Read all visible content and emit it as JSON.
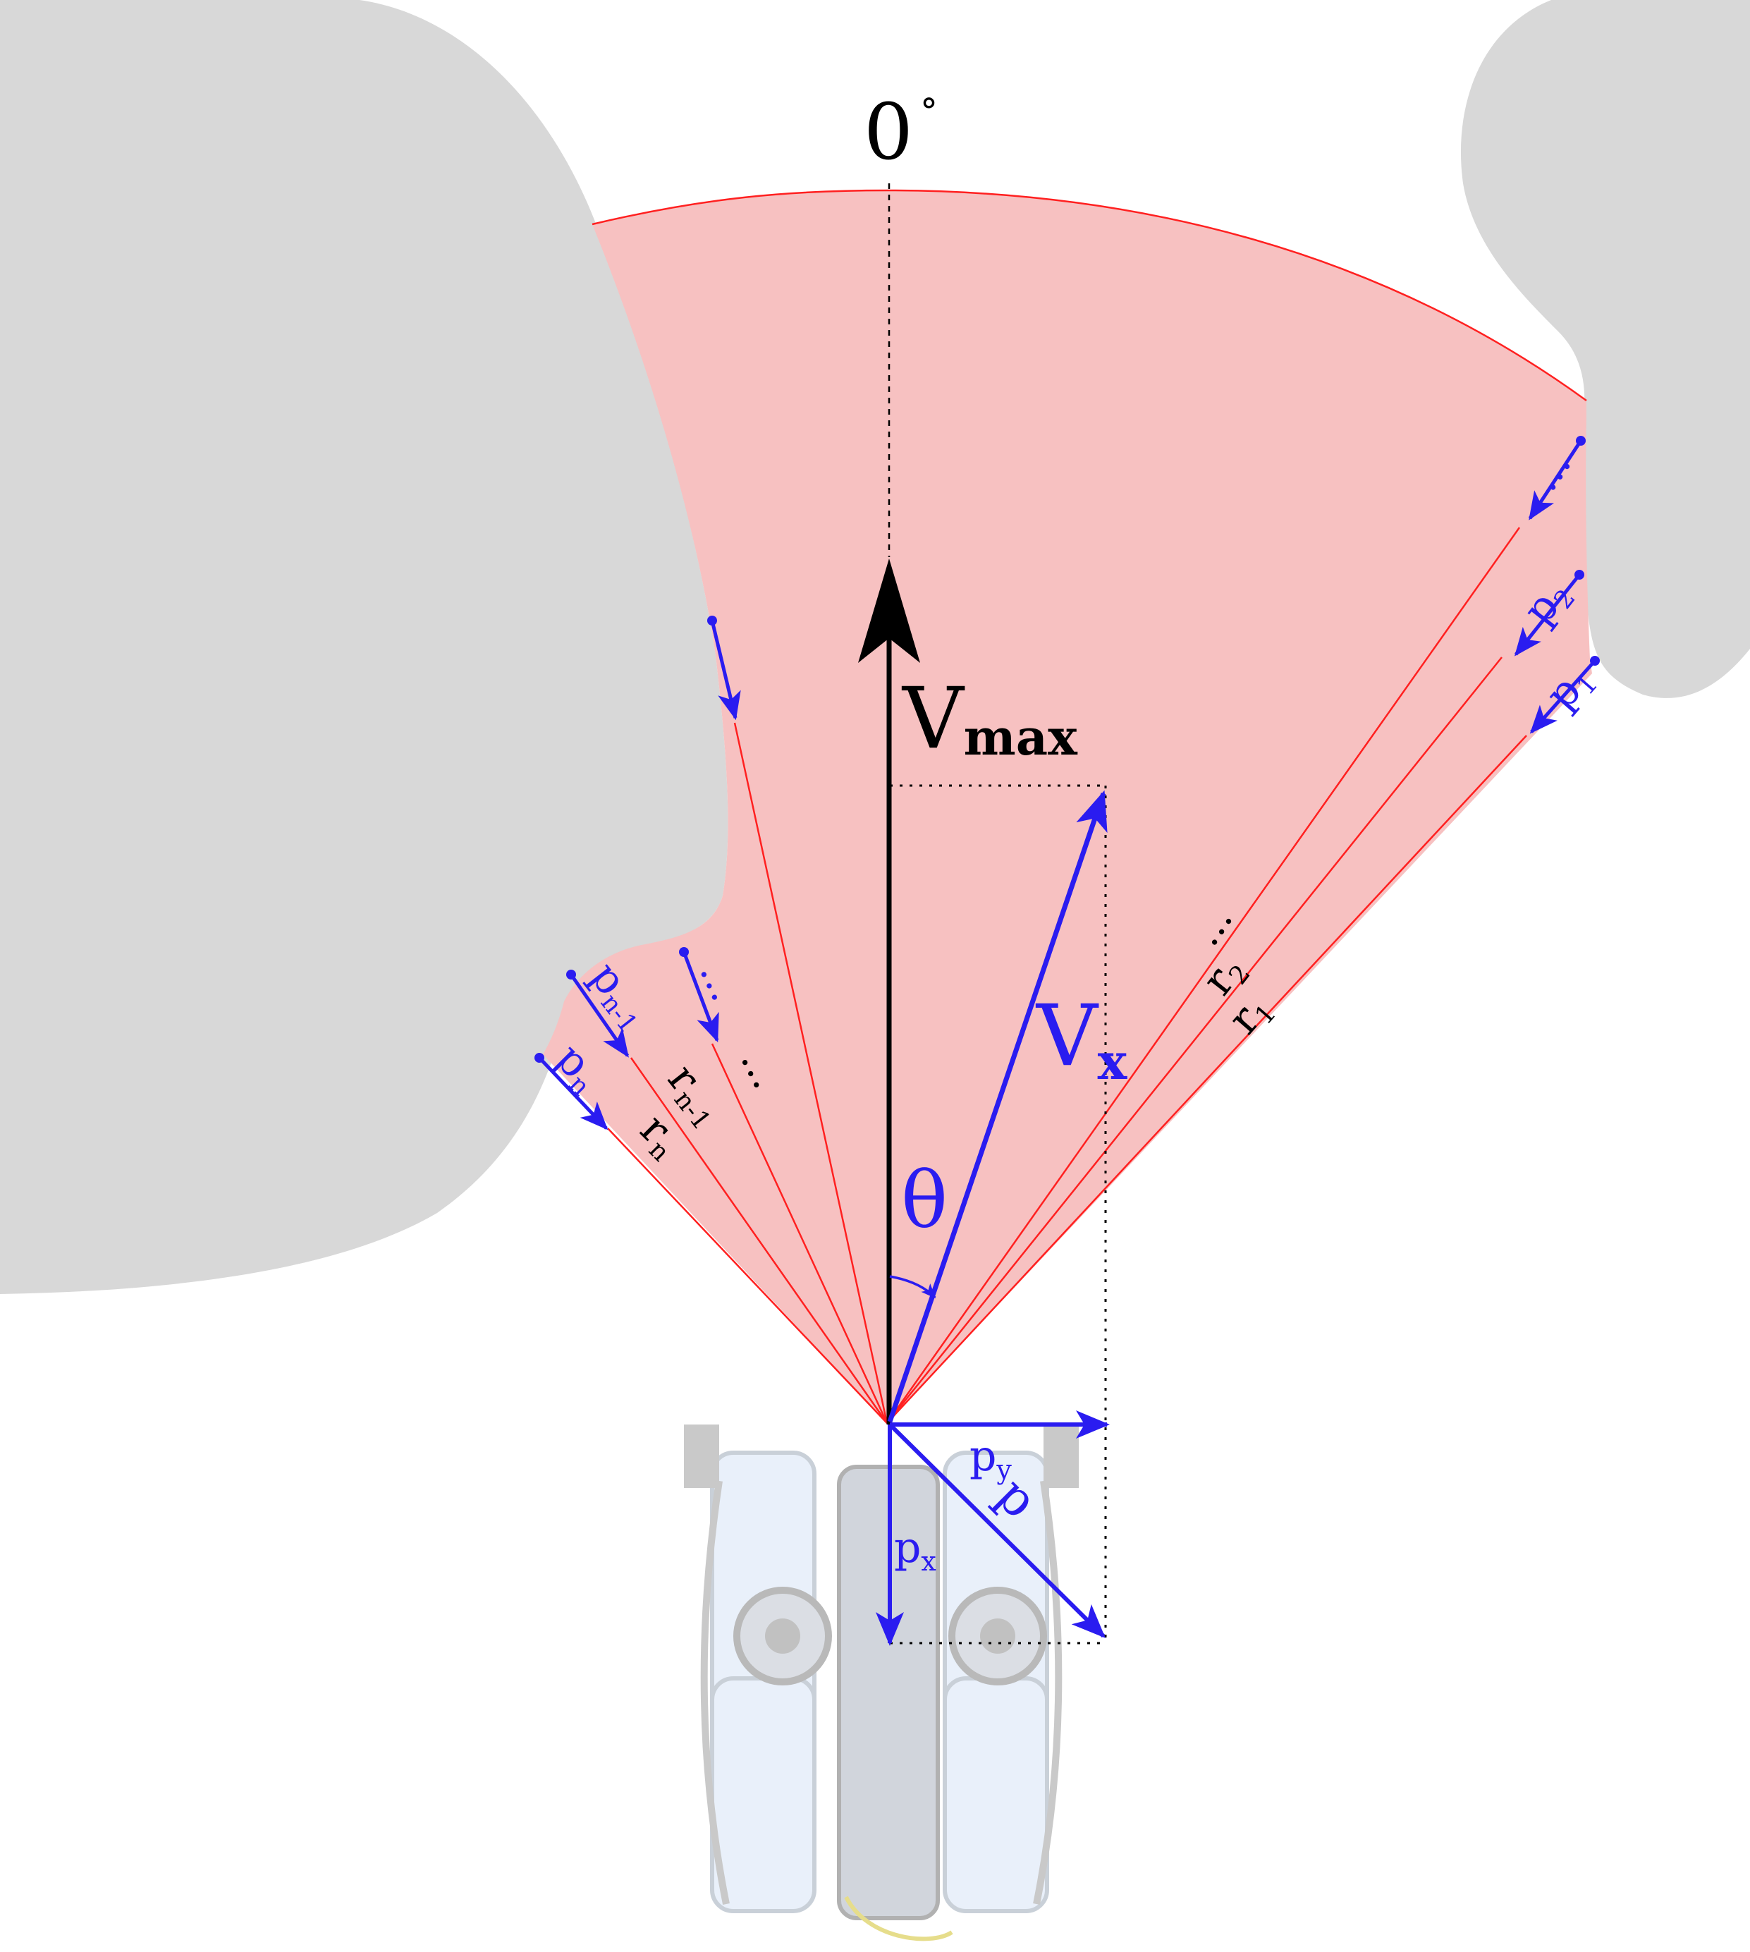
{
  "labels": {
    "angle_zero": "0",
    "degree_symbol": "°",
    "vmax_main": "V",
    "vmax_sub": "max",
    "vx_main": "V",
    "vx_sub": "x",
    "theta": "θ",
    "p": "p",
    "px_main": "p",
    "px_sub": "x",
    "py_main": "p",
    "py_sub": "y",
    "p1_main": "p",
    "p1_sub": "1",
    "p2_main": "p",
    "p2_sub": "2",
    "pn_main": "p",
    "pn_sub": "n",
    "pn1_main": "p",
    "pn1_sub": "n-1",
    "r1_main": "r",
    "r1_sub": "1",
    "r2_main": "r",
    "r2_sub": "2",
    "rn_main": "r",
    "rn_sub": "n",
    "rn1_main": "r",
    "rn1_sub": "n-1",
    "ellipsis": "..."
  },
  "colors": {
    "obstacle": "#d8d8d8",
    "sensor_fill": "#f7c1c1",
    "sensor_line": "#ff2020",
    "vector_blue": "#2a1cf0",
    "vector_black": "#000000"
  }
}
